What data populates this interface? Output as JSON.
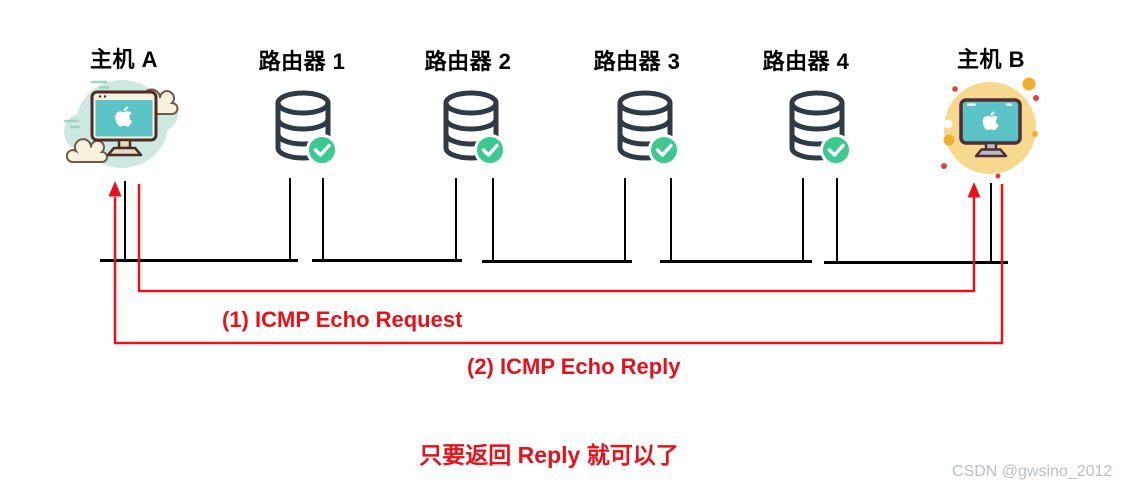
{
  "nodes": [
    {
      "label": "主机 A",
      "type": "host"
    },
    {
      "label": "路由器 1",
      "type": "router"
    },
    {
      "label": "路由器 2",
      "type": "router"
    },
    {
      "label": "路由器 3",
      "type": "router"
    },
    {
      "label": "路由器 4",
      "type": "router"
    },
    {
      "label": "主机 B",
      "type": "host"
    }
  ],
  "messages": [
    {
      "label": "(1) ICMP Echo Request",
      "from": "主机 A",
      "to": "主机 B"
    },
    {
      "label": "(2) ICMP Echo Reply",
      "from": "主机 B",
      "to": "主机 A"
    }
  ],
  "note": "只要返回 Reply 就可以了",
  "watermark": "CSDN @gwsino_2012",
  "colors": {
    "flow_red": "#e3121b",
    "line_black": "#000000",
    "router_outline": "#2f3a45",
    "check_green": "#3bc98f",
    "host_a_blob": "#cde8e0",
    "host_b_circle": "#f6d88f",
    "screen_teal": "#5cc3c6",
    "watermark_gray": "#b8bec5"
  }
}
